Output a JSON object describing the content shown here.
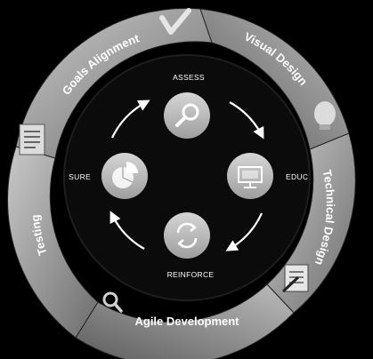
{
  "outer_ring": {
    "segments": [
      {
        "label": "Goals Alignment",
        "icon": "checkmark-icon"
      },
      {
        "label": "Visual Design",
        "icon": "lightbulb-icon"
      },
      {
        "label": "Technical Design",
        "icon": "notepad-pencil-icon"
      },
      {
        "label": "Agile Development",
        "icon": "magnifier-icon"
      },
      {
        "label": "Testing",
        "icon": "document-icon"
      }
    ]
  },
  "inner_cycle": {
    "steps": [
      {
        "label": "ASSESS",
        "icon": "magnifier-icon"
      },
      {
        "label": "EDUC",
        "icon": "monitor-icon"
      },
      {
        "label": "REINFORCE",
        "icon": "refresh-icon"
      },
      {
        "label": "SURE",
        "icon": "pie-chart-icon"
      }
    ]
  },
  "colors": {
    "background": "#000000",
    "ring_light": "#b5b5b5",
    "ring_dark": "#5e5e5e",
    "inner_disc": "#0b0b0b",
    "node_fill": "#bdbdbd",
    "text": "#ffffff"
  }
}
